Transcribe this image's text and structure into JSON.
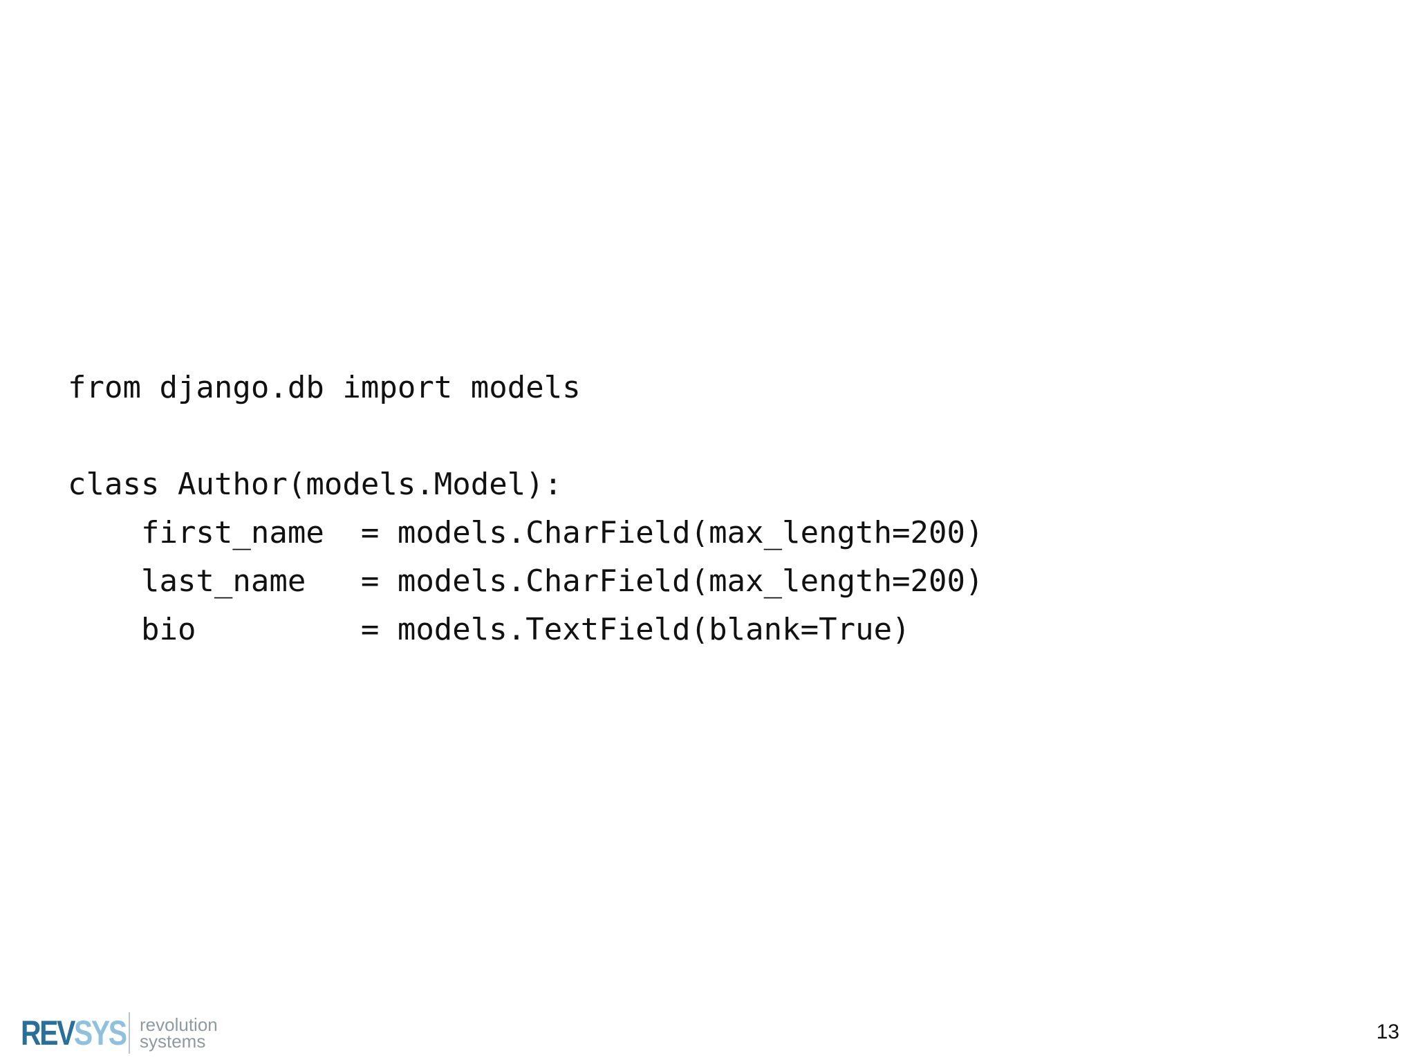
{
  "code": {
    "lines": [
      "from django.db import models",
      "",
      "class Author(models.Model):",
      "    first_name  = models.CharField(max_length=200)",
      "    last_name   = models.CharField(max_length=200)",
      "    bio         = models.TextField(blank=True)"
    ]
  },
  "footer": {
    "logo_rev": "REV",
    "logo_sys": "SYS",
    "logo_line1": "revolution",
    "logo_line2": "systems",
    "page_number": "13"
  },
  "colors": {
    "background": "#ffffff",
    "code_text": "#111111",
    "logo_dark_blue": "#2a6e9a",
    "logo_light_blue": "#8fc1de",
    "logo_gray": "#8e9aa2"
  }
}
